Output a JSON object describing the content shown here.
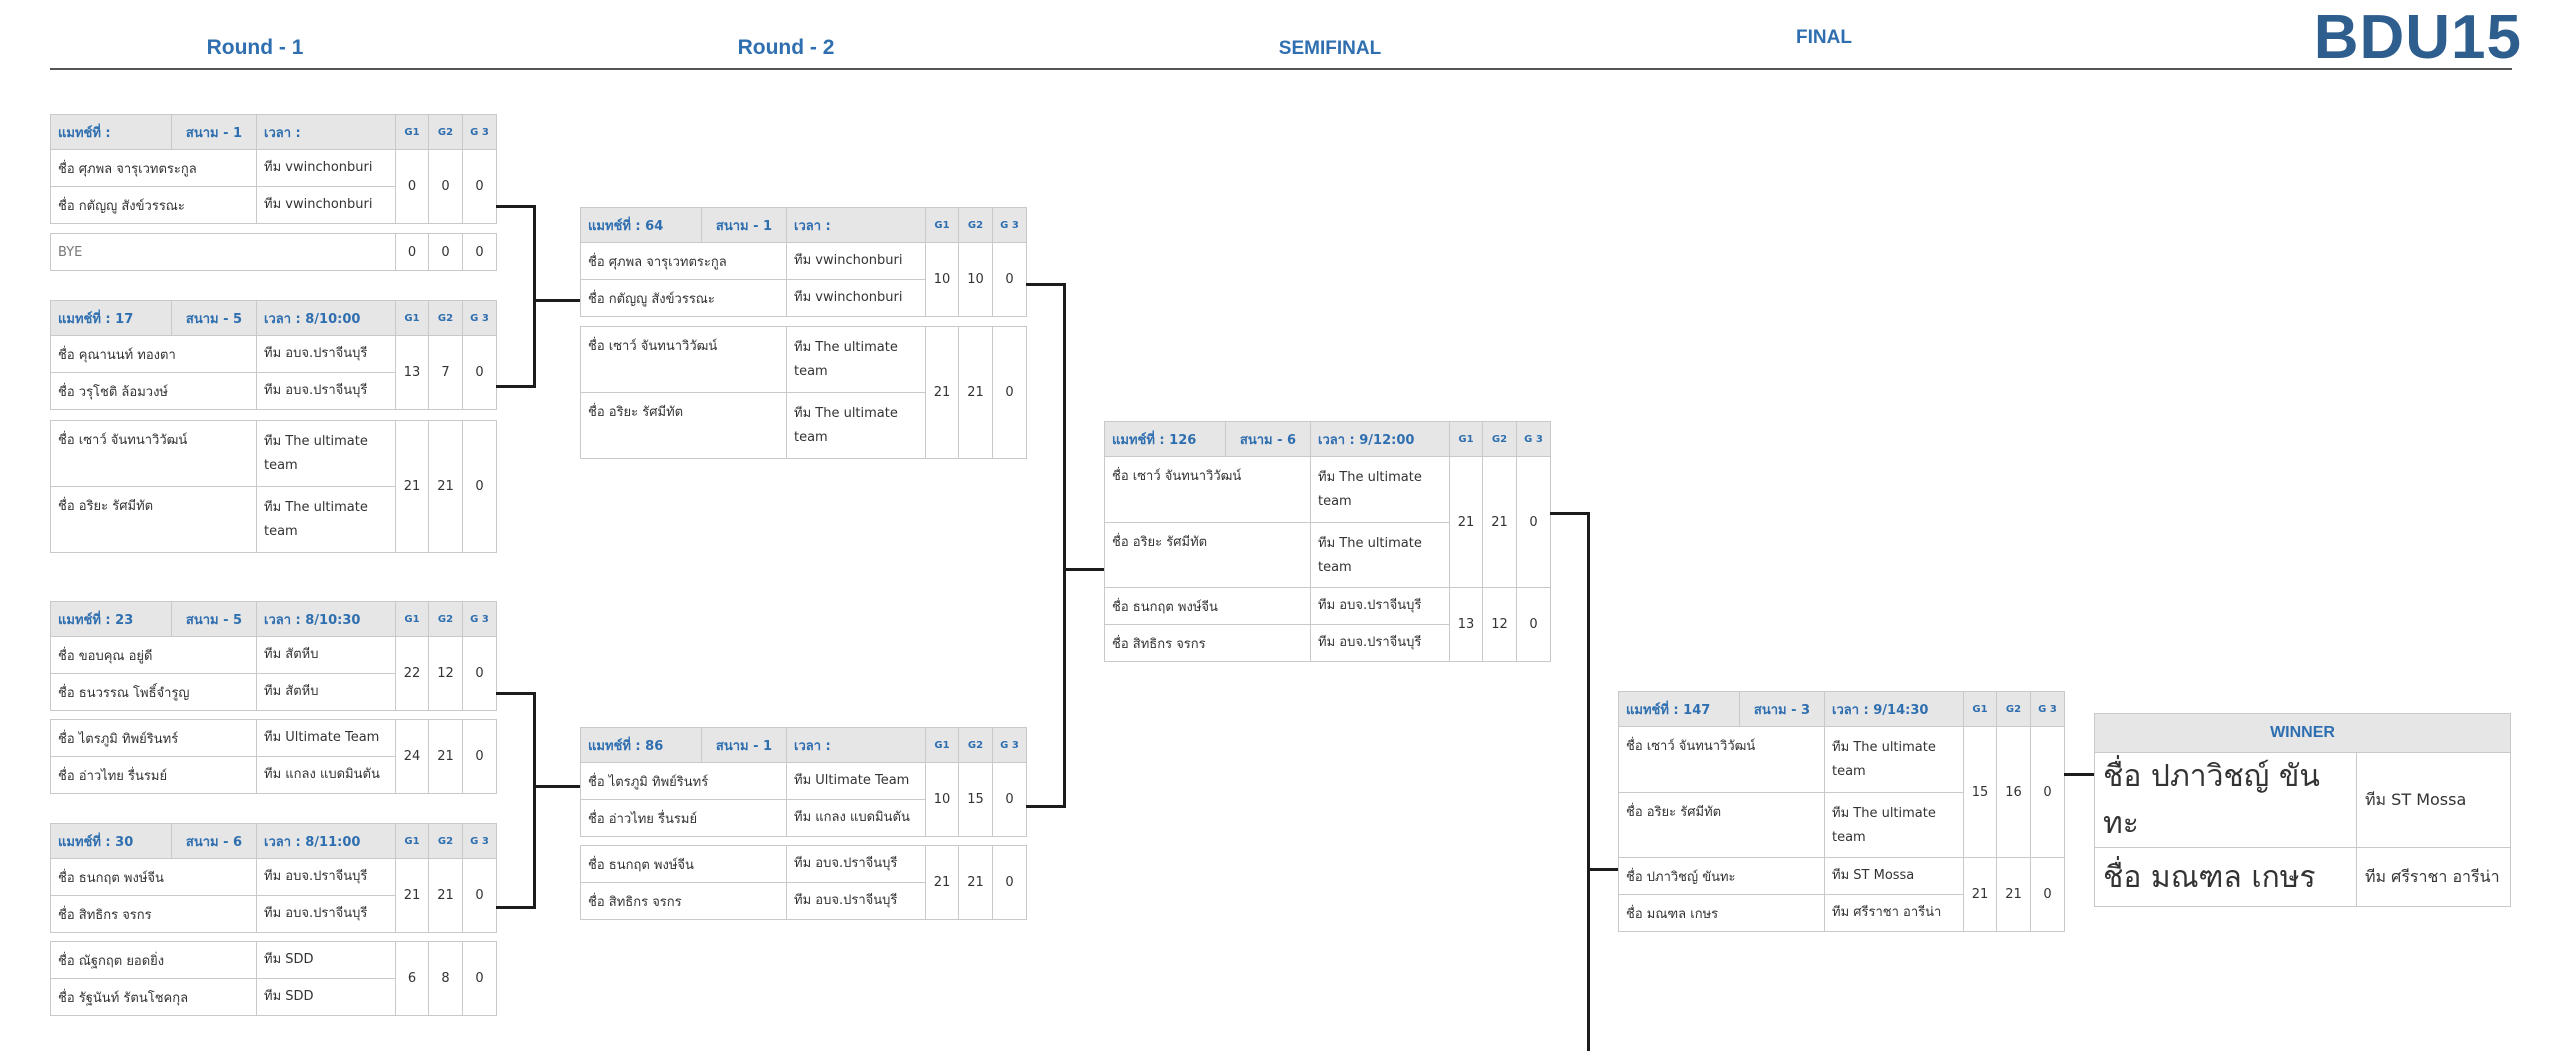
{
  "header": {
    "title": "BDU15",
    "rounds": [
      "Round - 1",
      "Round - 2",
      "SEMIFINAL",
      "FINAL"
    ]
  },
  "columns": {
    "g1": "G1",
    "g2": "G2",
    "g3": "G 3"
  },
  "r1": {
    "m1": {
      "match": "แมทช์ที่ :",
      "court": "สนาม - 1",
      "time": "เวลา :",
      "p1": {
        "name": "ชื่อ ศุภพล จารุเวทตระกูล",
        "team": "ทีม vwinchonburi"
      },
      "p2": {
        "name": "ชื่อ กตัญญู สังข์วรรณะ",
        "team": "ทีม vwinchonburi"
      },
      "s": [
        "0",
        "0",
        "0"
      ]
    },
    "bye": {
      "label": "BYE",
      "s": [
        "0",
        "0",
        "0"
      ]
    },
    "m17": {
      "match": "แมทช์ที่ : 17",
      "court": "สนาม - 5",
      "time": "เวลา : 8/10:00",
      "p1": {
        "name": "ชื่อ คุณานนท์ ทองตา",
        "team": "ทีม อบจ.ปราจีนบุรี"
      },
      "p2": {
        "name": "ชื่อ วรุโชติ ล้อมวงษ์",
        "team": "ทีม อบจ.ปราจีนบุรี"
      },
      "s": [
        "13",
        "7",
        "0"
      ]
    },
    "o17": {
      "p1": {
        "name": "ชื่อ เซาว์ จันทนาวิวัฒน์",
        "team": "ทีม The ultimate team"
      },
      "p2": {
        "name": "ชื่อ อริยะ รัศมีทัต",
        "team": "ทีม The ultimate team"
      },
      "s": [
        "21",
        "21",
        "0"
      ]
    },
    "m23": {
      "match": "แมทช์ที่ : 23",
      "court": "สนาม - 5",
      "time": "เวลา : 8/10:30",
      "p1": {
        "name": "ชื่อ ขอบคุณ อยู่ดี",
        "team": "ทีม สัตหีบ"
      },
      "p2": {
        "name": "ชื่อ ธนวรรณ โพธิ์จำรูญ",
        "team": "ทีม สัตหีบ"
      },
      "s": [
        "22",
        "12",
        "0"
      ]
    },
    "o23": {
      "p1": {
        "name": "ชื่อ ไตรภูมิ ทิพย์รินทร์",
        "team": "ทีม Ultimate Team"
      },
      "p2": {
        "name": "ชื่อ อ่าวไทย รื่นรมย์",
        "team": "ทีม แกลง แบดมินตัน"
      },
      "s": [
        "24",
        "21",
        "0"
      ]
    },
    "m30": {
      "match": "แมทช์ที่ : 30",
      "court": "สนาม - 6",
      "time": "เวลา : 8/11:00",
      "p1": {
        "name": "ชื่อ ธนกฤต พงษ์จีน",
        "team": "ทีม อบจ.ปราจีนบุรี"
      },
      "p2": {
        "name": "ชื่อ สิทธิกร จรกร",
        "team": "ทีม อบจ.ปราจีนบุรี"
      },
      "s": [
        "21",
        "21",
        "0"
      ]
    },
    "o30": {
      "p1": {
        "name": "ชื่อ ณัฐกฤต ยอดยิ่ง",
        "team": "ทีม SDD"
      },
      "p2": {
        "name": "ชื่อ รัฐนันท์ รัตนโชคกุล",
        "team": "ทีม SDD"
      },
      "s": [
        "6",
        "8",
        "0"
      ]
    }
  },
  "r2": {
    "m64": {
      "match": "แมทช์ที่ : 64",
      "court": "สนาม - 1",
      "time": "เวลา :",
      "p1": {
        "name": "ชื่อ ศุภพล จารุเวทตระกูล",
        "team": "ทีม vwinchonburi"
      },
      "p2": {
        "name": "ชื่อ กตัญญู สังข์วรรณะ",
        "team": "ทีม vwinchonburi"
      },
      "s": [
        "10",
        "10",
        "0"
      ]
    },
    "o64": {
      "p1": {
        "name": "ชื่อ เซาว์ จันทนาวิวัฒน์",
        "team": "ทีม The ultimate team"
      },
      "p2": {
        "name": "ชื่อ อริยะ รัศมีทัต",
        "team": "ทีม The ultimate team"
      },
      "s": [
        "21",
        "21",
        "0"
      ]
    },
    "m86": {
      "match": "แมทช์ที่ : 86",
      "court": "สนาม - 1",
      "time": "เวลา :",
      "p1": {
        "name": "ชื่อ ไตรภูมิ ทิพย์รินทร์",
        "team": "ทีม Ultimate Team"
      },
      "p2": {
        "name": "ชื่อ อ่าวไทย รื่นรมย์",
        "team": "ทีม แกลง แบดมินตัน"
      },
      "s": [
        "10",
        "15",
        "0"
      ]
    },
    "o86": {
      "p1": {
        "name": "ชื่อ ธนกฤต พงษ์จีน",
        "team": "ทีม อบจ.ปราจีนบุรี"
      },
      "p2": {
        "name": "ชื่อ สิทธิกร จรกร",
        "team": "ทีม อบจ.ปราจีนบุรี"
      },
      "s": [
        "21",
        "21",
        "0"
      ]
    }
  },
  "sf": {
    "m126": {
      "match": "แมทช์ที่ : 126",
      "court": "สนาม - 6",
      "time": "เวลา : 9/12:00",
      "p1": {
        "name": "ชื่อ เซาว์ จันทนาวิวัฒน์",
        "team": "ทีม The ultimate team"
      },
      "p2": {
        "name": "ชื่อ อริยะ รัศมีทัต",
        "team": "ทีม The ultimate team"
      },
      "s": [
        "21",
        "21",
        "0"
      ]
    },
    "o126": {
      "p1": {
        "name": "ชื่อ ธนกฤต พงษ์จีน",
        "team": "ทีม อบจ.ปราจีนบุรี"
      },
      "p2": {
        "name": "ชื่อ สิทธิกร จรกร",
        "team": "ทีม อบจ.ปราจีนบุรี"
      },
      "s": [
        "13",
        "12",
        "0"
      ]
    }
  },
  "final": {
    "m147": {
      "match": "แมทช์ที่ : 147",
      "court": "สนาม - 3",
      "time": "เวลา : 9/14:30",
      "p1": {
        "name": "ชื่อ เซาว์ จันทนาวิวัฒน์",
        "team": "ทีม The ultimate team"
      },
      "p2": {
        "name": "ชื่อ อริยะ รัศมีทัต",
        "team": "ทีม The ultimate team"
      },
      "s": [
        "15",
        "16",
        "0"
      ]
    },
    "o147": {
      "p1": {
        "name": "ชื่อ ปภาวิชญ์ ขันทะ",
        "team": "ทีม ST Mossa"
      },
      "p2": {
        "name": "ชื่อ มณฑล เกษร",
        "team": "ทีม ศรีราชา อารีน่า"
      },
      "s": [
        "21",
        "21",
        "0"
      ]
    }
  },
  "winner": {
    "label": "WINNER",
    "p1": {
      "name": "ชื่อ ปภาวิชญ์ ขันทะ",
      "team": "ทีม ST Mossa"
    },
    "p2": {
      "name": "ชื่อ มณฑล เกษร",
      "team": "ทีม ศรีราชา อารีน่า"
    }
  }
}
